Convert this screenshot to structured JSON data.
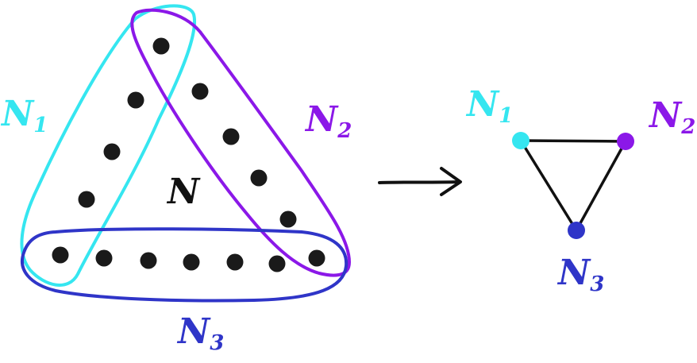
{
  "colors": {
    "n1": "#35E6F0",
    "n2": "#8B18E8",
    "n3": "#2F35C8",
    "dot": "#1a1a1a",
    "ink": "#111111"
  },
  "labels": {
    "center": "N",
    "n1": {
      "letter": "N",
      "sub": "1"
    },
    "n2": {
      "letter": "N",
      "sub": "2"
    },
    "n3": {
      "letter": "N",
      "sub": "3"
    },
    "graph_n1": {
      "letter": "N",
      "sub": "1"
    },
    "graph_n2": {
      "letter": "N",
      "sub": "2"
    },
    "graph_n3": {
      "letter": "N",
      "sub": "3"
    }
  }
}
